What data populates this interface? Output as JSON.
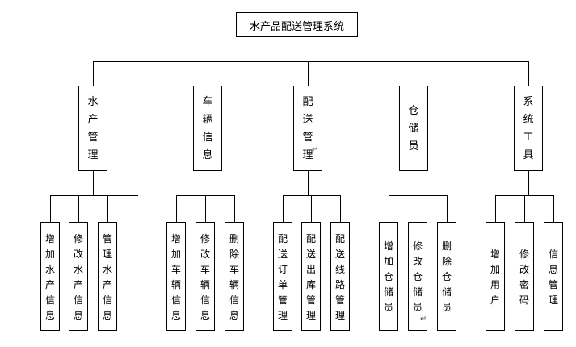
{
  "diagram": {
    "root": {
      "label": "水产品配送管理系统"
    },
    "groups": [
      {
        "label": "水产管理",
        "children": [
          "增加水产信息",
          "修改水产信息",
          "管理水产信息"
        ]
      },
      {
        "label": "车辆信息",
        "children": [
          "增加车辆信息",
          "修改车辆信息",
          "删除车辆信息"
        ]
      },
      {
        "label": "配送管理",
        "children": [
          "配送订单管理",
          "配送出库管理",
          "配送线路管理"
        ]
      },
      {
        "label": "仓储员",
        "children": [
          "增加仓储员",
          "修改仓储员",
          "删除仓储员"
        ]
      },
      {
        "label": "系统工具",
        "children": [
          "增加用户",
          "修改密码",
          "信息管理"
        ]
      }
    ]
  }
}
